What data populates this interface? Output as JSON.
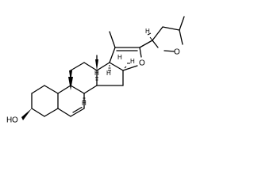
{
  "molecule": {
    "atom_labels": {
      "hydroxyl_o": "O",
      "hydroxyl_h": "H",
      "ring_e_o": "O",
      "thf_o": "O",
      "h_c8": "H",
      "h_c9": "H",
      "h_c14": "H",
      "h_c16": "H",
      "h_c17": "H",
      "h_c20": "H"
    },
    "colors": {
      "bond": "#000000",
      "background": "#ffffff"
    }
  }
}
